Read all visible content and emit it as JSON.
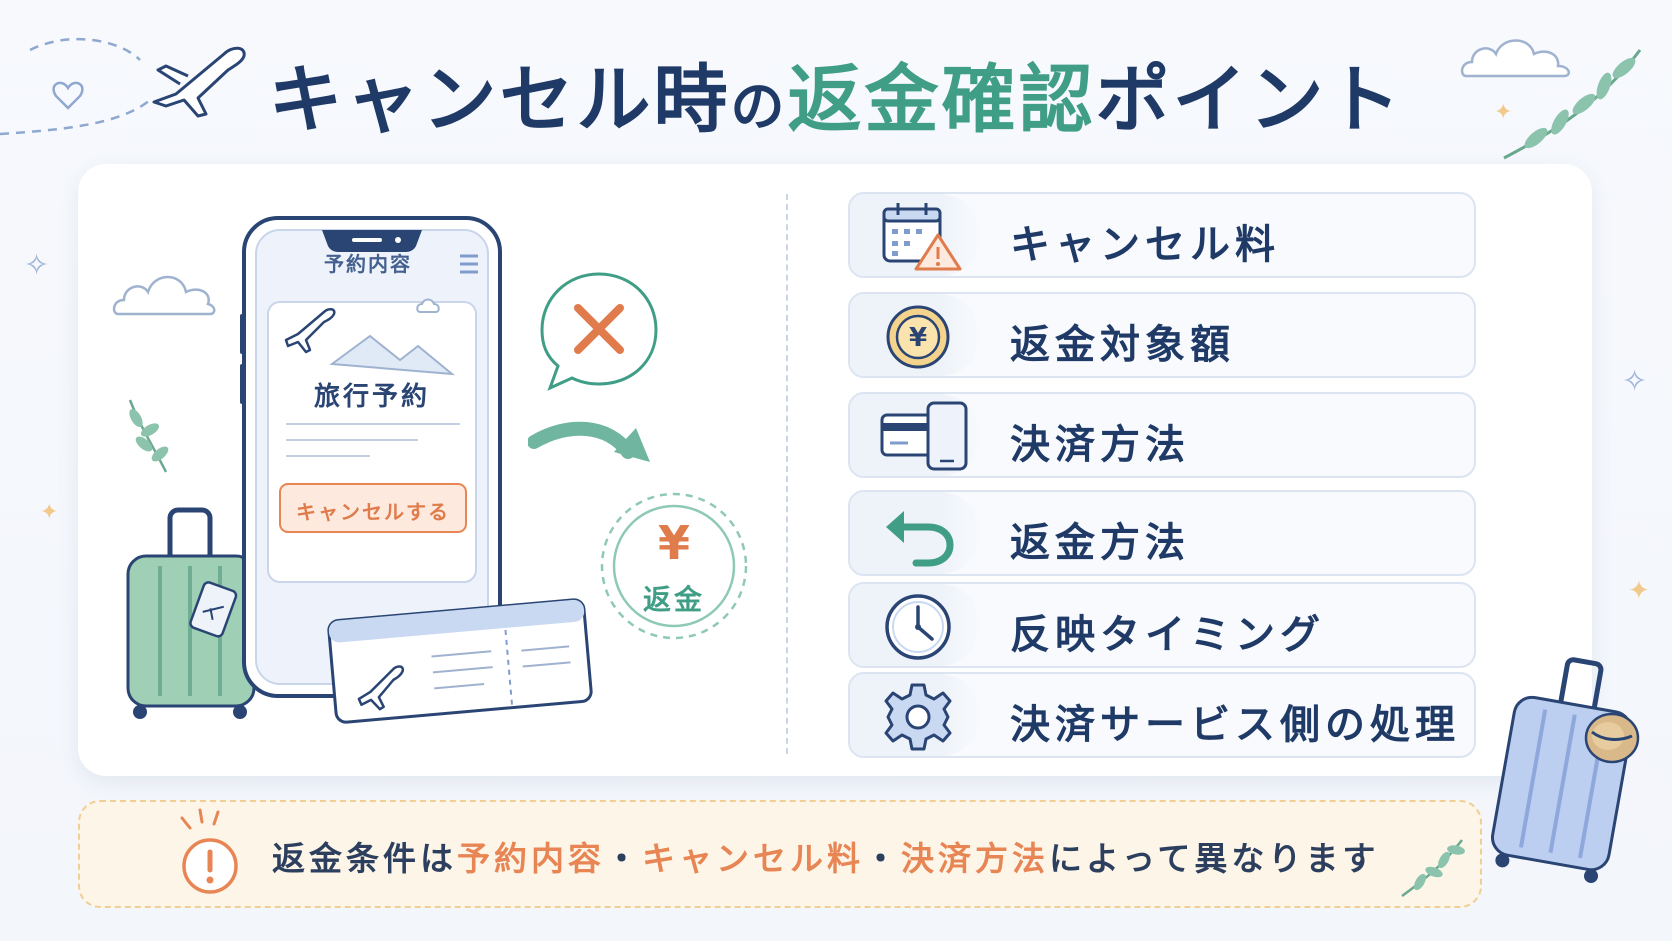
{
  "title": {
    "part1": "キャンセル時",
    "part2": "の",
    "part3": "返金確認",
    "part4": "ポイント"
  },
  "phone": {
    "header": "予約内容",
    "card_title": "旅行予約",
    "cancel_button": "キャンセルする"
  },
  "refund_circle": {
    "symbol": "¥",
    "label": "返金"
  },
  "items": [
    {
      "label": "キャンセル料",
      "icon": "calendar-warning-icon"
    },
    {
      "label": "返金対象額",
      "icon": "yen-coin-icon"
    },
    {
      "label": "決済方法",
      "icon": "card-and-phone-icon"
    },
    {
      "label": "返金方法",
      "icon": "return-arrow-icon"
    },
    {
      "label": "反映タイミング",
      "icon": "clock-icon"
    },
    {
      "label": "決済サービス側の処理",
      "icon": "gear-icon"
    }
  ],
  "note": {
    "prefix": "返金条件は",
    "hl1": "予約内容",
    "sep1": "・",
    "hl2": "キャンセル料",
    "sep2": "・",
    "hl3": "決済方法",
    "suffix": "によって異なります"
  },
  "colors": {
    "navy": "#1f3a66",
    "green": "#3f9e85",
    "orange": "#e88554",
    "note_bg": "#fdf6e8"
  }
}
